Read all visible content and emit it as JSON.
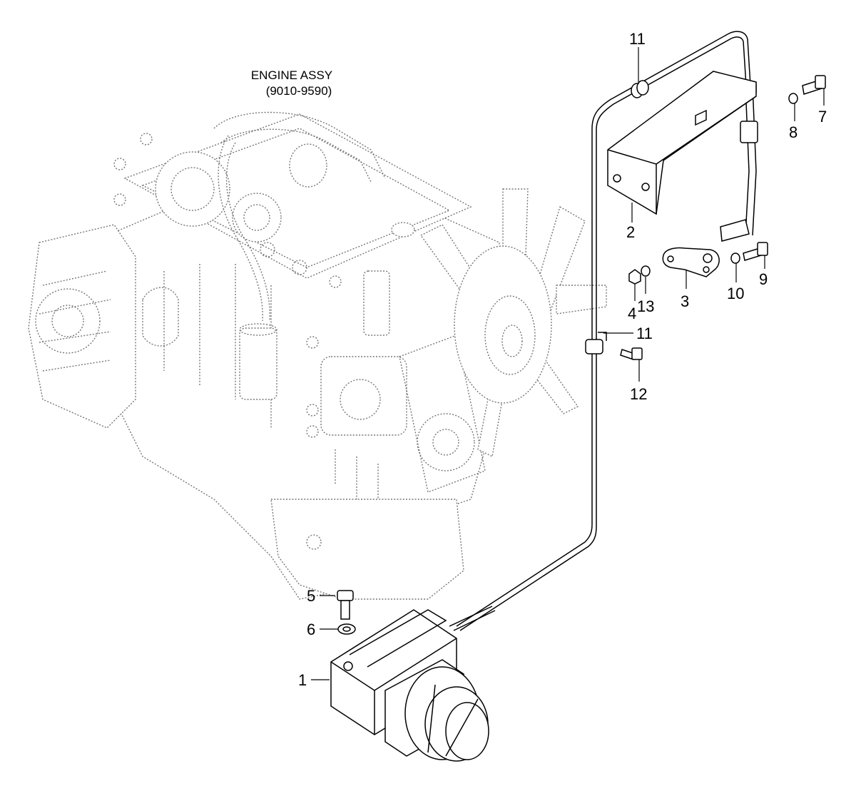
{
  "title": {
    "line1": "ENGINE ASSY",
    "line2": "(9010-9590)"
  },
  "callouts": {
    "c1": "1",
    "c2": "2",
    "c3": "3",
    "c4": "4",
    "c5": "5",
    "c6": "6",
    "c7": "7",
    "c8": "8",
    "c9": "9",
    "c10": "10",
    "c11a": "11",
    "c11b": "11",
    "c12": "12",
    "c13": "13"
  },
  "colors": {
    "line": "#000000",
    "engine_outline": "#777777",
    "background": "#ffffff"
  }
}
